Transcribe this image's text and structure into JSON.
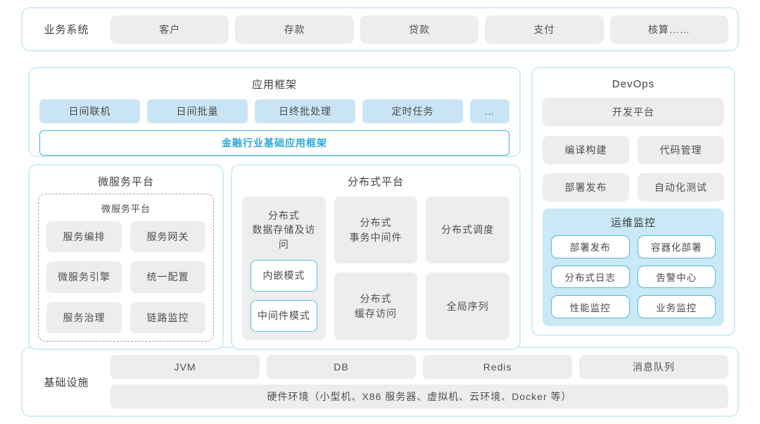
{
  "colors": {
    "accent_cyan": "#2ba9d6",
    "panel_border": "#d2ecf5",
    "light_blue_box": "#c9e5f5",
    "ops_panel_bg": "#c9e9f6",
    "grey_box": "#ededed",
    "text": "#4a4a4a"
  },
  "business_systems": {
    "label": "业务系统",
    "items": [
      "客户",
      "存款",
      "贷款",
      "支付",
      "核算……"
    ]
  },
  "app_framework": {
    "title": "应用框架",
    "items": [
      "日间联机",
      "日间批量",
      "日终批处理",
      "定时任务",
      "..."
    ],
    "base_framework": "金融行业基础应用框架"
  },
  "microservice": {
    "title": "微服务平台",
    "inner_title": "微服务平台",
    "items": [
      "服务编排",
      "服务网关",
      "微服务引擎",
      "统一配置",
      "服务治理",
      "链路监控"
    ]
  },
  "distributed": {
    "title": "分布式平台",
    "storage": {
      "label": "分布式\n数据存储及访问",
      "modes": [
        "内嵌模式",
        "中间件模式"
      ]
    },
    "cells": [
      "分布式\n事务中间件",
      "分布式调度",
      "分布式\n缓存访问",
      "全局序列"
    ]
  },
  "devops": {
    "title": "DevOps",
    "dev_platform": "开发平台",
    "items": [
      "编译构建",
      "代码管理",
      "部署发布",
      "自动化测试"
    ],
    "ops_monitor": {
      "title": "运维监控",
      "items": [
        "部署发布",
        "容器化部署",
        "分布式日志",
        "告警中心",
        "性能监控",
        "业务监控"
      ]
    }
  },
  "infrastructure": {
    "label": "基础设施",
    "items": [
      "JVM",
      "DB",
      "Redis",
      "消息队列"
    ],
    "hardware": "硬件环境（小型机、X86 服务器、虚拟机、云环境、Docker 等）"
  }
}
